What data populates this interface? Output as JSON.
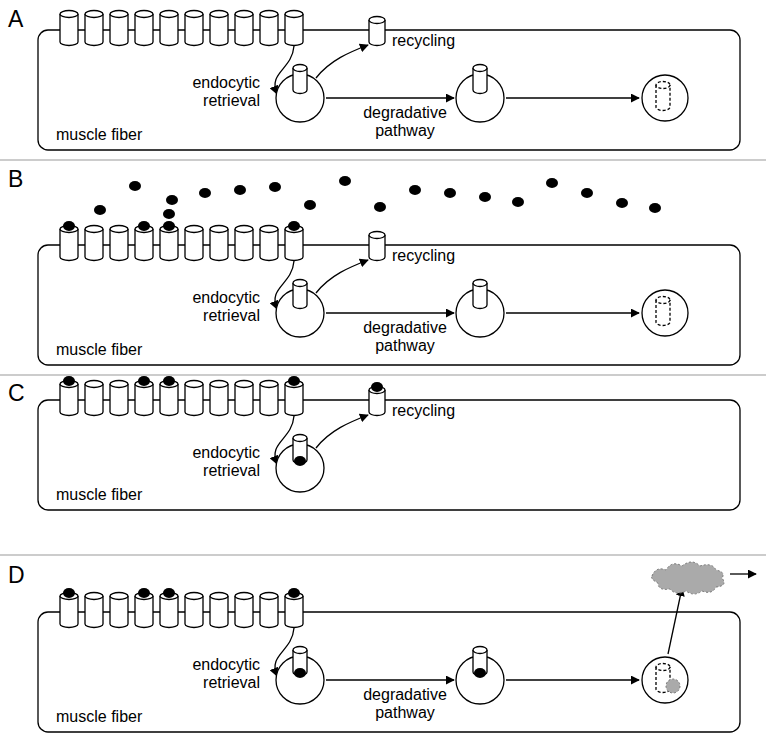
{
  "diagram": {
    "nodes": [
      {
        "text": [
          "muscle fiber"
        ]
      },
      {
        "text": [
          "muscle fiber"
        ]
      },
      {
        "text": [
          "muscle fiber"
        ]
      },
      {
        "text": [
          "muscle fiber"
        ]
      }
    ],
    "labels": [
      "A",
      "recycling",
      "endocytic retrieval",
      "degradative pathway",
      "B",
      "recycling",
      "endocytic retrieval",
      "degradative pathway",
      "C",
      "recycling",
      "endocytic retrieval",
      "D",
      "endocytic retrieval",
      "degradative pathway"
    ]
  }
}
